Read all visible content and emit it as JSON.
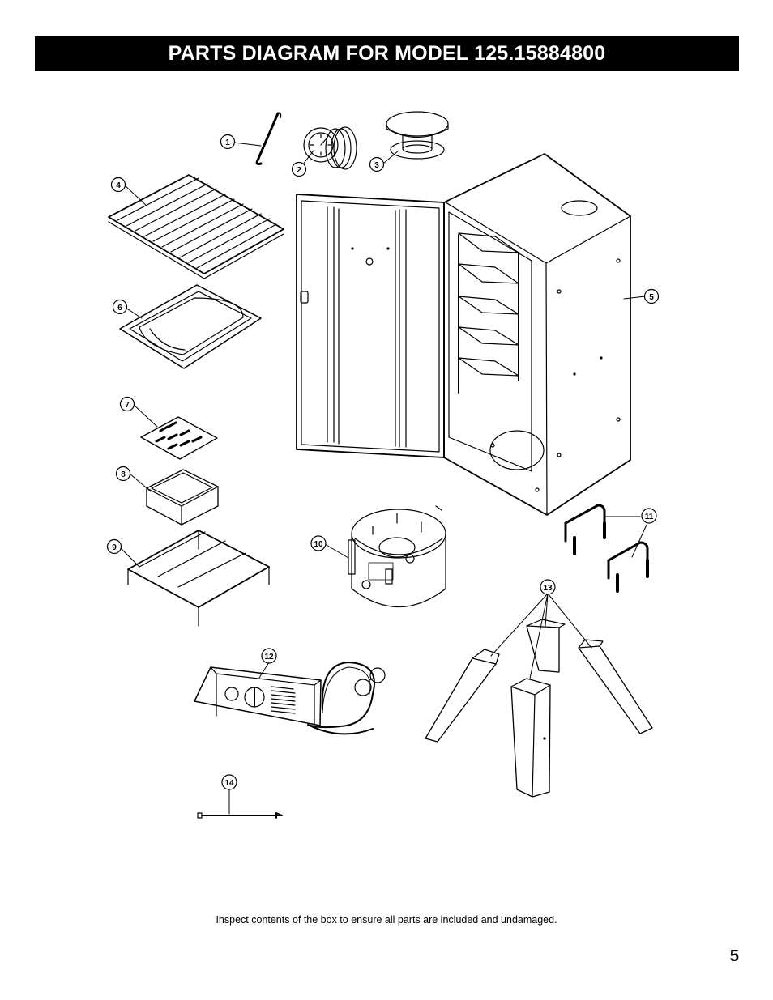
{
  "header": {
    "title": "PARTS DIAGRAM FOR MODEL 125.15884800"
  },
  "callouts": [
    "1",
    "2",
    "3",
    "4",
    "5",
    "6",
    "7",
    "8",
    "9",
    "10",
    "11",
    "12",
    "13",
    "14"
  ],
  "footer": {
    "note": "Inspect contents of the box to ensure all parts are included and undamaged.",
    "page_number": "5"
  }
}
